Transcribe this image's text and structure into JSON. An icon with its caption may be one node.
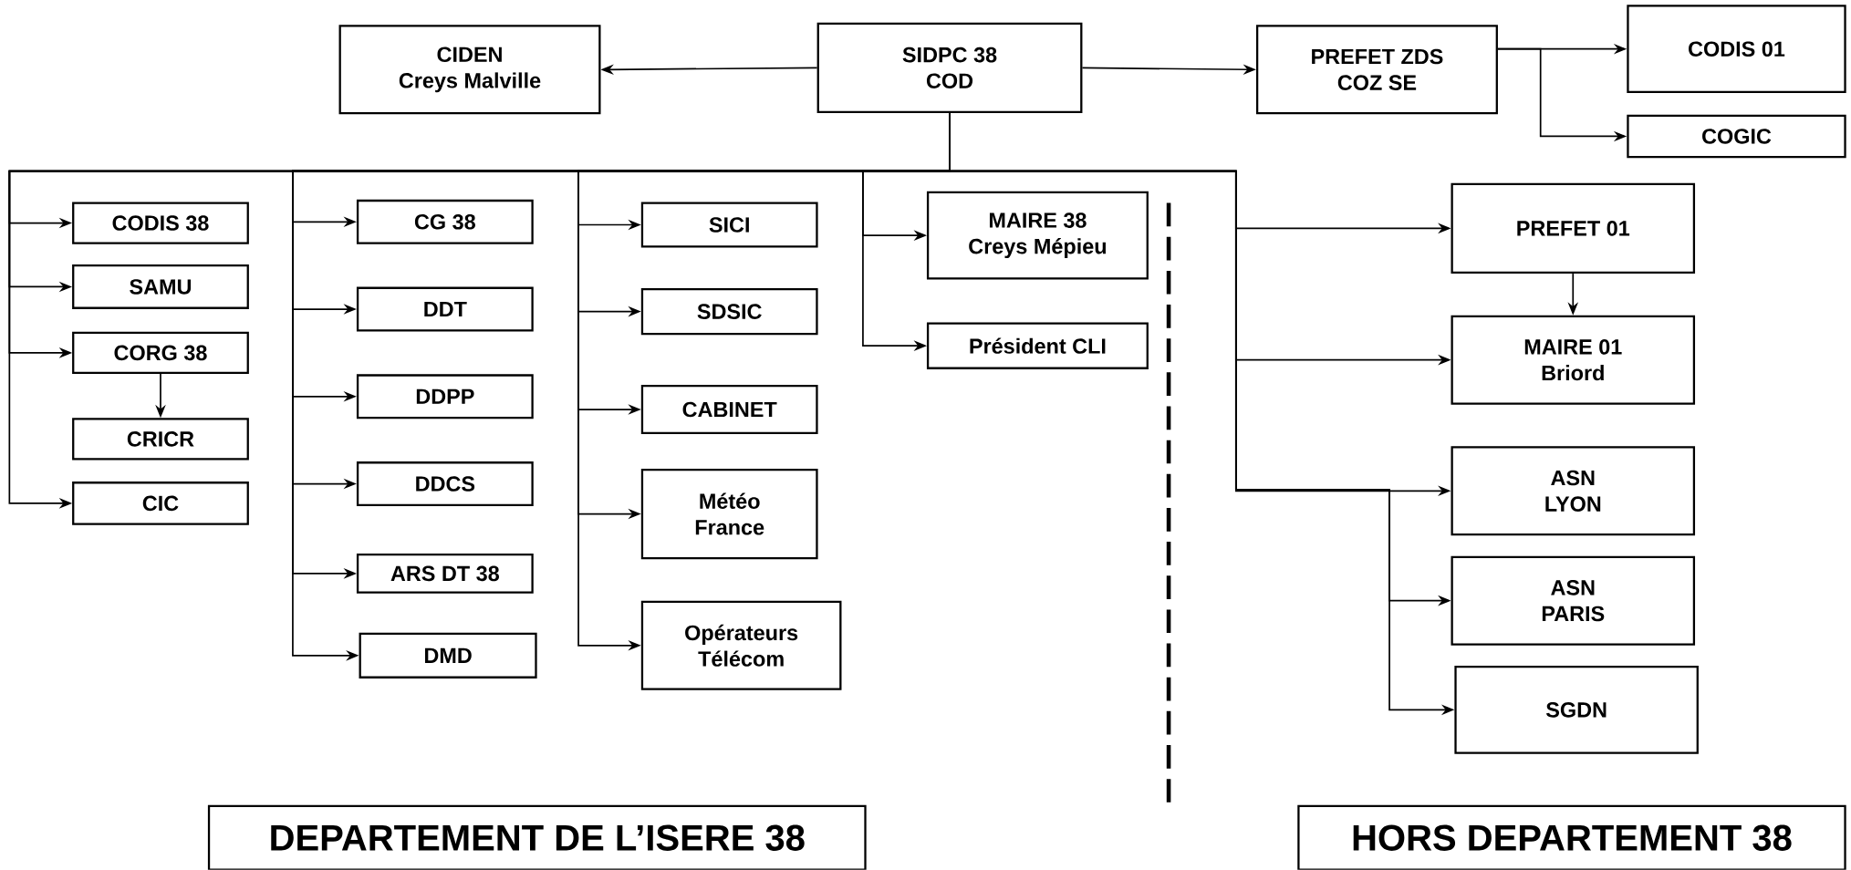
{
  "diagram": {
    "nodes": [
      {
        "text": [
          "CIDEN",
          "Creys Malville"
        ]
      },
      {
        "text": [
          "SIDPC 38",
          "COD"
        ]
      },
      {
        "text": [
          "PREFET ZDS",
          "COZ SE"
        ]
      },
      {
        "text": [
          "CODIS 01"
        ]
      },
      {
        "text": [
          "COGIC"
        ]
      },
      {
        "text": [
          "CODIS 38"
        ]
      },
      {
        "text": [
          "SAMU"
        ]
      },
      {
        "text": [
          "CORG 38"
        ]
      },
      {
        "text": [
          "CRICR"
        ]
      },
      {
        "text": [
          "CIC"
        ]
      },
      {
        "text": [
          "CG 38"
        ]
      },
      {
        "text": [
          "DDT"
        ]
      },
      {
        "text": [
          "DDPP"
        ]
      },
      {
        "text": [
          "DDCS"
        ]
      },
      {
        "text": [
          "ARS DT 38"
        ]
      },
      {
        "text": [
          "DMD"
        ]
      },
      {
        "text": [
          "SICI"
        ]
      },
      {
        "text": [
          "SDSIC"
        ]
      },
      {
        "text": [
          "CABINET"
        ]
      },
      {
        "text": [
          "Météo France"
        ]
      },
      {
        "text": [
          "Opérateurs Télécom"
        ]
      },
      {
        "text": [
          "MAIRE 38",
          "Creys Mépieu"
        ]
      },
      {
        "text": [
          "Président CLI"
        ]
      },
      {
        "text": [
          "PREFET 01"
        ]
      },
      {
        "text": [
          "MAIRE 01",
          "Briord"
        ]
      },
      {
        "text": [
          "ASN LYON"
        ]
      },
      {
        "text": [
          "ASN PARIS"
        ]
      },
      {
        "text": [
          "SGDN"
        ]
      },
      {
        "text": [
          "DEPARTEMENT DE L’ISERE 38"
        ]
      },
      {
        "text": [
          "HORS DEPARTEMENT 38"
        ]
      }
    ],
    "edges": [
      {
        "from": 1,
        "to": 0,
        "arrow": "to"
      },
      {
        "from": 1,
        "to": 2,
        "arrow": "to"
      },
      {
        "from": 2,
        "to": 3,
        "arrow": "to"
      },
      {
        "from": 2,
        "to": 4,
        "arrow": "to"
      },
      {
        "from": 1,
        "to": 5,
        "arrow": "to"
      },
      {
        "from": 1,
        "to": 6,
        "arrow": "to"
      },
      {
        "from": 1,
        "to": 7,
        "arrow": "to"
      },
      {
        "from": 1,
        "to": 9,
        "arrow": "to"
      },
      {
        "from": 7,
        "to": 8,
        "arrow": "to"
      },
      {
        "from": 1,
        "to": 10,
        "arrow": "to"
      },
      {
        "from": 1,
        "to": 11,
        "arrow": "to"
      },
      {
        "from": 1,
        "to": 12,
        "arrow": "to"
      },
      {
        "from": 1,
        "to": 13,
        "arrow": "to"
      },
      {
        "from": 1,
        "to": 14,
        "arrow": "to"
      },
      {
        "from": 1,
        "to": 15,
        "arrow": "to"
      },
      {
        "from": 1,
        "to": 16,
        "arrow": "to"
      },
      {
        "from": 1,
        "to": 17,
        "arrow": "to"
      },
      {
        "from": 1,
        "to": 18,
        "arrow": "to"
      },
      {
        "from": 1,
        "to": 19,
        "arrow": "to"
      },
      {
        "from": 1,
        "to": 20,
        "arrow": "to"
      },
      {
        "from": 1,
        "to": 21,
        "arrow": "to"
      },
      {
        "from": 1,
        "to": 22,
        "arrow": "to"
      },
      {
        "from": 1,
        "to": 23,
        "arrow": "to"
      },
      {
        "from": 1,
        "to": 24,
        "arrow": "to"
      },
      {
        "from": 1,
        "to": 25,
        "arrow": "to"
      },
      {
        "from": 23,
        "to": 24,
        "arrow": "to"
      },
      {
        "from": 1,
        "to": 26,
        "arrow": "to"
      },
      {
        "from": 1,
        "to": 27,
        "arrow": "to"
      }
    ]
  }
}
